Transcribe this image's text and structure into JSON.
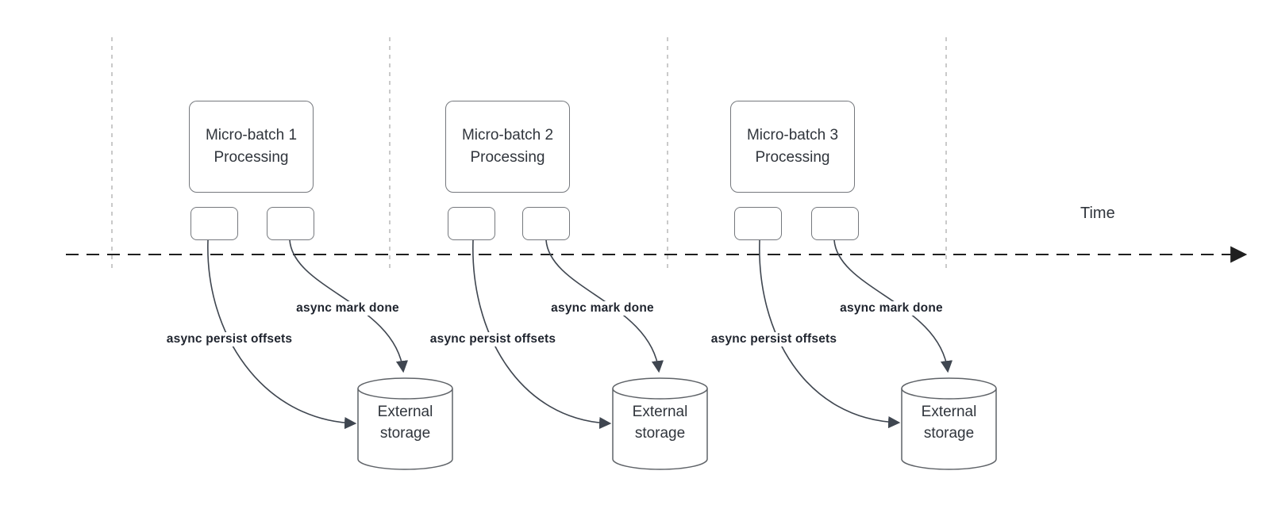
{
  "diagram": {
    "title_hint": "Micro-batch processing timeline with async writes to external storage",
    "time_axis": {
      "label": "Time"
    },
    "batches": [
      {
        "title": "Micro-batch 1\nProcessing",
        "persist_label": "async persist offsets",
        "done_label": "async mark done",
        "storage_label": "External\nstorage"
      },
      {
        "title": "Micro-batch 2\nProcessing",
        "persist_label": "async persist offsets",
        "done_label": "async mark done",
        "storage_label": "External\nstorage"
      },
      {
        "title": "Micro-batch 3\nProcessing",
        "persist_label": "async persist offsets",
        "done_label": "async mark done",
        "storage_label": "External\nstorage"
      }
    ],
    "colors": {
      "background": "#ffffff",
      "shape_border": "#75787d",
      "cylinder_border": "#5f6368",
      "arrow_stroke": "#3f4650",
      "time_axis_stroke": "#1f1f1f",
      "guide_line": "#b9b9b9",
      "text": "#30353c",
      "label_text": "#1f242e"
    }
  }
}
